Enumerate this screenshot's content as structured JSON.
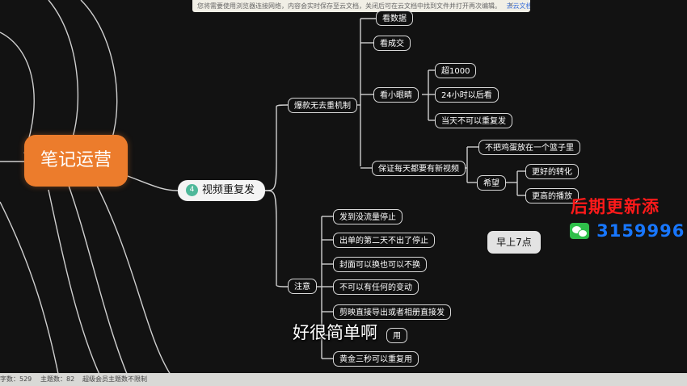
{
  "banner": {
    "text": "您将需要使用浏览器连接网络，内容会实时保存至云文档，关闭后可在云文档中找到文件并打开再次编辑。",
    "link": "去云文档",
    "close": "✕"
  },
  "mindmap": {
    "root": "笔记运营",
    "branch": {
      "number": "4",
      "label": "视频重复发"
    },
    "n_explode": "爆款无去重机制",
    "n_data": "看数据",
    "n_deal": "看成交",
    "n_eyes": "看小眼睛",
    "n_1000": "超1000",
    "n_24h": "24小时以后看",
    "n_sameday": "当天不可以重复发",
    "n_ensure": "保证每天都要有新视频",
    "n_eggs": "不把鸡蛋放在一个篮子里",
    "n_hope": "希望",
    "n_better_convert": "更好的转化",
    "n_higher_play": "更高的播放",
    "n_attention": "注意",
    "n_stop_flow": "发到没流量停止",
    "n_stop_order": "出单的第二天不出了停止",
    "n_cover": "封面可以换也可以不换",
    "n_no_change": "不可以有任何的变动",
    "n_clip": "剪映直接导出或者相册直接发",
    "n_reuse_hidden": "用",
    "n_golden": "黄金三秒可以重复用"
  },
  "note": "早上7点",
  "overlay": {
    "red_text": "后期更新添",
    "wechat_number": "3159996"
  },
  "subtitle": "好很简单啊",
  "statusbar": {
    "words": "字数：529",
    "topics": "主题数：82",
    "info": "超级会员主题数不限制"
  }
}
